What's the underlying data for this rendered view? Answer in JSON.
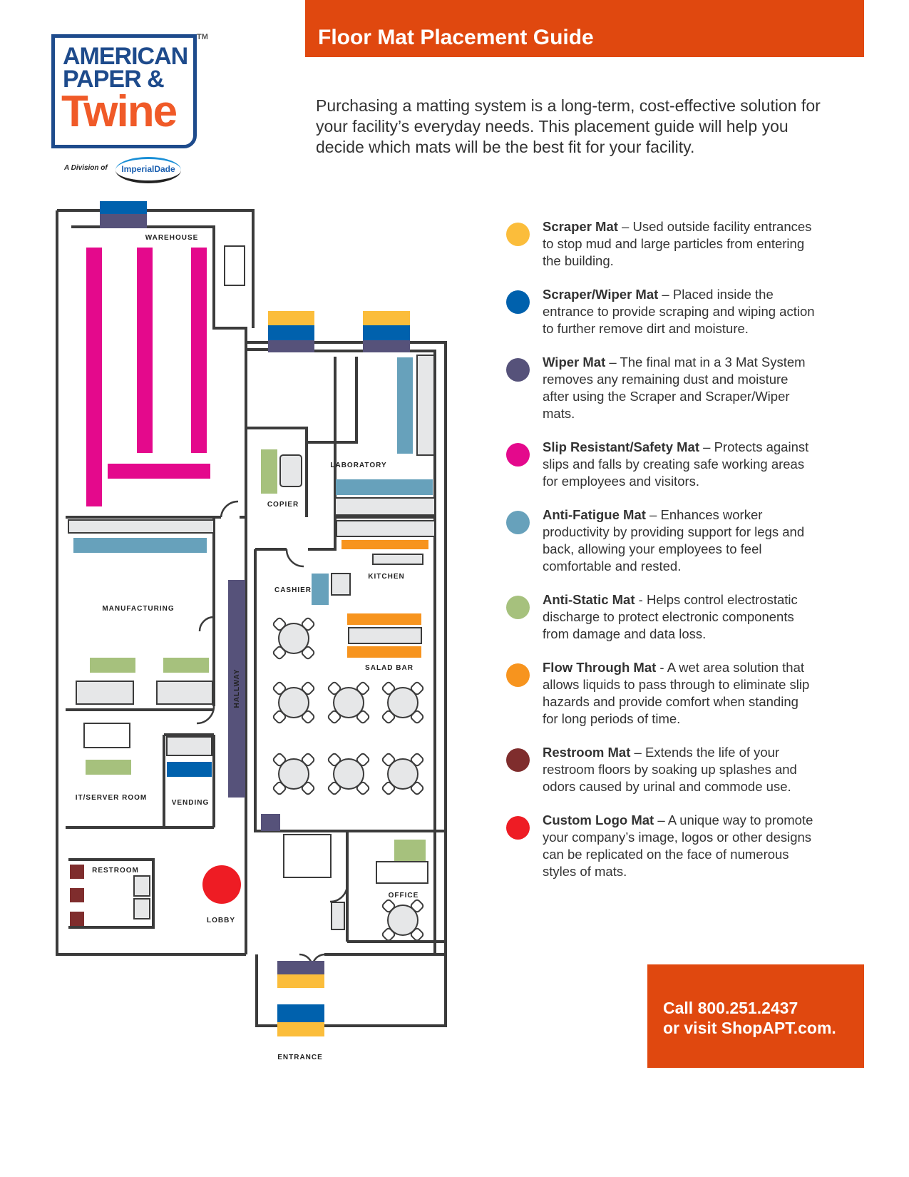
{
  "header": {
    "title": "Floor Mat Placement Guide"
  },
  "intro": "Purchasing a matting system is a long-term, cost-effective solution for your facility’s everyday needs. This placement guide will help you decide which mats will be the best fit for your facility.",
  "logo": {
    "line1": "AMERICAN",
    "line2": "PAPER &",
    "line3": "Twine",
    "tm": "TM",
    "division": "A Division of",
    "parent": "ImperialDade"
  },
  "colors": {
    "accent": "#e0480f",
    "scraper": "#fbbd3b",
    "scraper_wiper": "#0061ad",
    "wiper": "#56527a",
    "slip": "#e4098c",
    "anti_fatigue": "#67a1bb",
    "anti_static": "#a6c17d",
    "flow": "#f7941e",
    "restroom": "#7f2d2d",
    "logo_mat": "#ee1c24"
  },
  "legend": [
    {
      "name": "Scraper Mat",
      "sep": " – ",
      "desc": "Used outside facility entrances to stop mud and large particles from entering the building."
    },
    {
      "name": "Scraper/Wiper Mat",
      "sep": " – ",
      "desc": "Placed inside the entrance to provide scraping and wiping action to further remove dirt and moisture."
    },
    {
      "name": "Wiper Mat",
      "sep": " – ",
      "desc": "The final mat in a 3 Mat System removes any remaining dust and moisture after using the Scraper and Scraper/Wiper mats."
    },
    {
      "name": "Slip Resistant/Safety Mat",
      "sep": " – ",
      "desc": "Protects against slips and falls by creating safe working areas for employees and visitors."
    },
    {
      "name": "Anti-Fatigue Mat",
      "sep": " – ",
      "desc": "Enhances worker productivity by providing support for legs and back, allowing your employees to feel comfortable and rested."
    },
    {
      "name": "Anti-Static Mat",
      "sep": " - ",
      "desc": "Helps control electrostatic discharge to protect electronic components from damage and data loss."
    },
    {
      "name": "Flow Through Mat",
      "sep": " - ",
      "desc": "A wet area solution that allows liquids to pass through to eliminate slip hazards and provide comfort when standing for long periods of time."
    },
    {
      "name": "Restroom Mat",
      "sep": " – ",
      "desc": "Extends the life of your restroom floors by soaking up splashes and odors caused by urinal and commode use."
    },
    {
      "name": "Custom Logo Mat",
      "sep": " – ",
      "desc": "A unique way to promote your company’s image, logos or other designs can be replicated on the face of numerous styles of mats."
    }
  ],
  "rooms": {
    "warehouse": "WAREHOUSE",
    "laboratory": "LABORATORY",
    "copier": "COPIER",
    "kitchen": "KITCHEN",
    "cashier": "CASHIER",
    "manufacturing": "MANUFACTURING",
    "salad_bar": "SALAD BAR",
    "hallway": "HALLWAY",
    "it_server": "IT/SERVER ROOM",
    "vending": "VENDING",
    "restroom": "RESTROOM",
    "lobby": "LOBBY",
    "office": "OFFICE",
    "entrance": "ENTRANCE"
  },
  "cta": {
    "line1": "Call 800.251.2437",
    "line2": "or visit ShopAPT.com."
  }
}
